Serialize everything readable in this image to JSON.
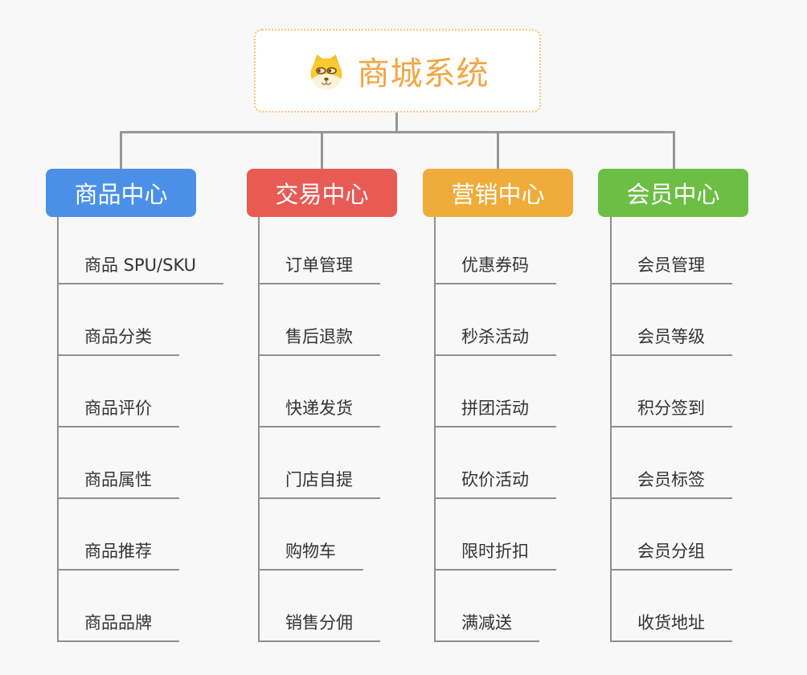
{
  "page": {
    "background": "#f8f8f8",
    "connector_color": "#979797"
  },
  "root": {
    "title": "商城系统",
    "icon": "dog-face-icon",
    "text_color": "#f2a642",
    "border_color": "#f6c476",
    "background": "#ffffff"
  },
  "branches": [
    {
      "label": "商品中心",
      "color": "#4b90e8",
      "items": [
        "商品 SPU/SKU",
        "商品分类",
        "商品评价",
        "商品属性",
        "商品推荐",
        "商品品牌"
      ]
    },
    {
      "label": "交易中心",
      "color": "#e85b55",
      "items": [
        "订单管理",
        "售后退款",
        "快递发货",
        "门店自提",
        "购物车",
        "销售分佣"
      ]
    },
    {
      "label": "营销中心",
      "color": "#efac3b",
      "items": [
        "优惠券码",
        "秒杀活动",
        "拼团活动",
        "砍价活动",
        "限时折扣",
        "满减送"
      ]
    },
    {
      "label": "会员中心",
      "color": "#6cbf44",
      "items": [
        "会员管理",
        "会员等级",
        "积分签到",
        "会员标签",
        "会员分组",
        "收货地址"
      ]
    }
  ]
}
